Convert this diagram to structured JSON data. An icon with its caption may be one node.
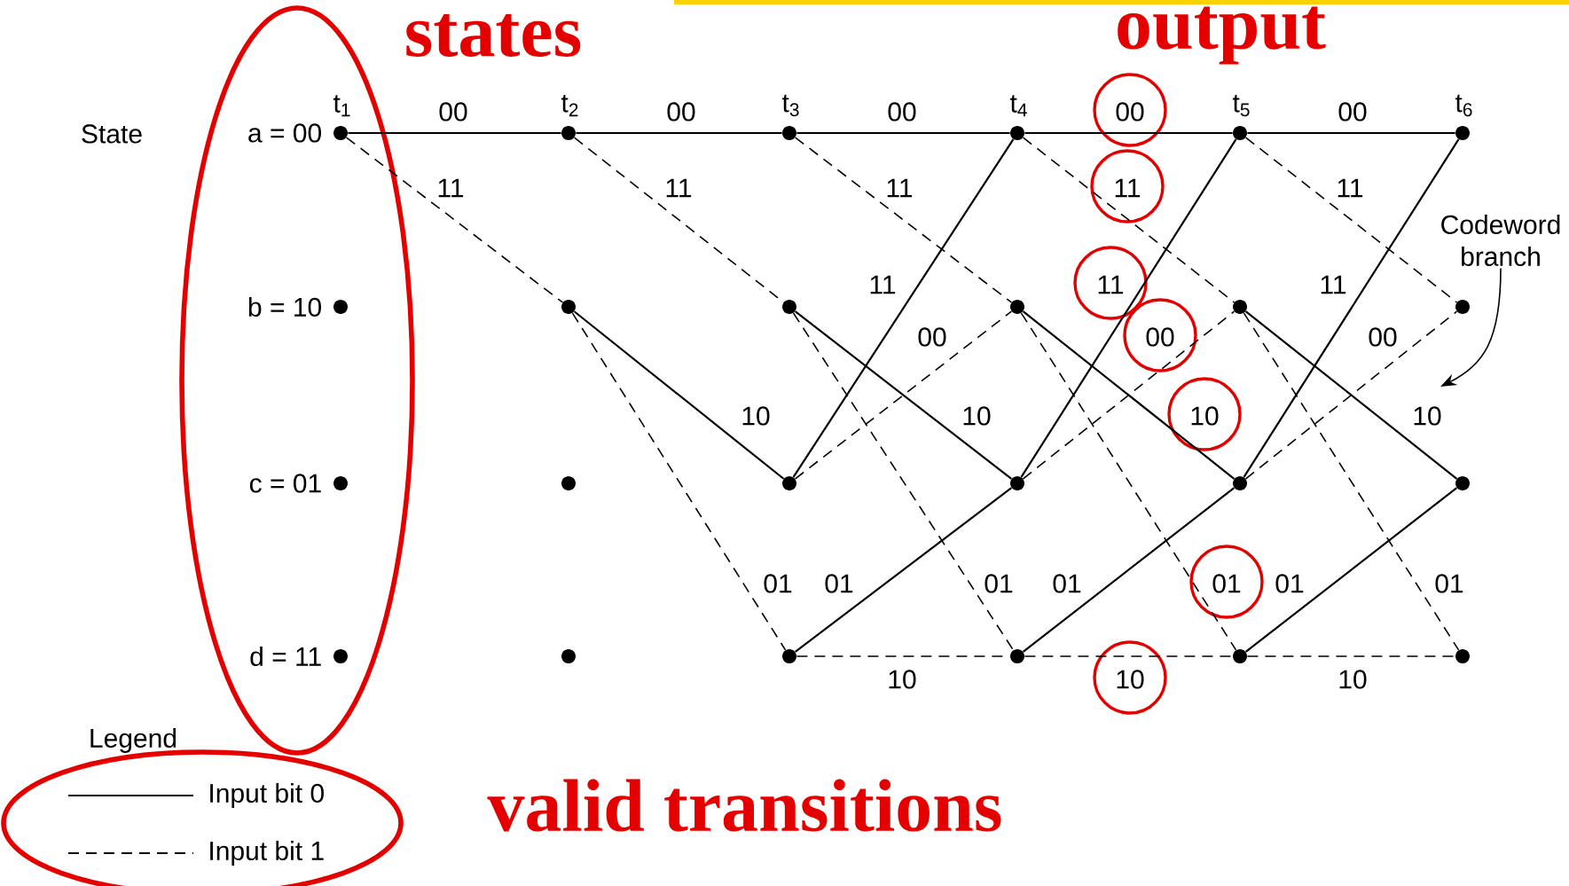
{
  "diagram": {
    "nodes": [
      {
        "text": [],
        "shape": "circle",
        "beside": [
          "t$_{1}$",
          "a = 00"
        ]
      },
      {
        "text": [],
        "shape": "circle",
        "beside": [
          "b = 10"
        ]
      },
      {
        "text": [],
        "shape": "circle",
        "beside": [
          "c = 01"
        ]
      },
      {
        "text": [],
        "shape": "circle",
        "beside": [
          "d = 11"
        ]
      },
      {
        "text": [],
        "shape": "circle",
        "beside": [
          "t$_{2}$"
        ]
      },
      {
        "text": [],
        "shape": "circle"
      },
      {
        "text": [],
        "shape": "circle"
      },
      {
        "text": [],
        "shape": "circle"
      },
      {
        "text": [],
        "shape": "circle",
        "beside": [
          "t$_{3}$"
        ]
      },
      {
        "text": [],
        "shape": "circle"
      },
      {
        "text": [],
        "shape": "circle"
      },
      {
        "text": [],
        "shape": "circle"
      },
      {
        "text": [],
        "shape": "circle",
        "beside": [
          "t$_{4}$"
        ]
      },
      {
        "text": [],
        "shape": "circle"
      },
      {
        "text": [],
        "shape": "circle"
      },
      {
        "text": [],
        "shape": "circle"
      },
      {
        "text": [],
        "shape": "circle",
        "beside": [
          "t$_{5}$"
        ]
      },
      {
        "text": [],
        "shape": "circle"
      },
      {
        "text": [],
        "shape": "circle"
      },
      {
        "text": [],
        "shape": "circle"
      },
      {
        "text": [],
        "shape": "circle",
        "beside": [
          "t$_{6}$"
        ]
      },
      {
        "text": [],
        "shape": "circle"
      },
      {
        "text": [],
        "shape": "circle"
      },
      {
        "text": [],
        "shape": "circle"
      },
      {
        "text": [
          "Codeword branch"
        ]
      }
    ],
    "edges": [
      {
        "from": 0,
        "to": 4,
        "arrow": "none",
        "label": "00"
      },
      {
        "from": 0,
        "to": 5,
        "arrow": "none",
        "label": "11",
        "style": "dashed"
      },
      {
        "from": 4,
        "to": 8,
        "arrow": "none",
        "label": "00"
      },
      {
        "from": 4,
        "to": 9,
        "arrow": "none",
        "label": "11",
        "style": "dashed"
      },
      {
        "from": 5,
        "to": 10,
        "arrow": "none",
        "label": "10"
      },
      {
        "from": 5,
        "to": 11,
        "arrow": "none",
        "label": "01",
        "style": "dashed"
      },
      {
        "from": 8,
        "to": 12,
        "arrow": "none",
        "label": "00"
      },
      {
        "from": 8,
        "to": 13,
        "arrow": "none",
        "label": "11",
        "style": "dashed"
      },
      {
        "from": 9,
        "to": 14,
        "arrow": "none",
        "label": "10"
      },
      {
        "from": 9,
        "to": 15,
        "arrow": "none",
        "label": "01",
        "style": "dashed"
      },
      {
        "from": 10,
        "to": 12,
        "arrow": "none",
        "label": "11"
      },
      {
        "from": 10,
        "to": 13,
        "arrow": "none",
        "label": "00",
        "style": "dashed"
      },
      {
        "from": 11,
        "to": 14,
        "arrow": "none",
        "label": "01"
      },
      {
        "from": 11,
        "to": 15,
        "arrow": "none",
        "label": "10",
        "style": "dashed"
      },
      {
        "from": 12,
        "to": 16,
        "arrow": "none",
        "label": "00"
      },
      {
        "from": 12,
        "to": 17,
        "arrow": "none",
        "label": "11",
        "style": "dashed"
      },
      {
        "from": 13,
        "to": 18,
        "arrow": "none",
        "label": "10"
      },
      {
        "from": 13,
        "to": 19,
        "arrow": "none",
        "label": "01",
        "style": "dashed"
      },
      {
        "from": 14,
        "to": 16,
        "arrow": "none",
        "label": "11"
      },
      {
        "from": 14,
        "to": 17,
        "arrow": "none",
        "label": "00",
        "style": "dashed"
      },
      {
        "from": 15,
        "to": 18,
        "arrow": "none",
        "label": "01"
      },
      {
        "from": 15,
        "to": 19,
        "arrow": "none",
        "label": "10",
        "style": "dashed"
      },
      {
        "from": 16,
        "to": 20,
        "arrow": "none",
        "label": "00"
      },
      {
        "from": 16,
        "to": 21,
        "arrow": "none",
        "label": "11",
        "style": "dashed"
      },
      {
        "from": 17,
        "to": 22,
        "arrow": "none",
        "label": "10"
      },
      {
        "from": 17,
        "to": 23,
        "arrow": "none",
        "label": "01",
        "style": "dashed"
      },
      {
        "from": 18,
        "to": 20,
        "arrow": "none",
        "label": "11"
      },
      {
        "from": 18,
        "to": 21,
        "arrow": "none",
        "label": "00",
        "style": "dashed"
      },
      {
        "from": 19,
        "to": 22,
        "arrow": "none",
        "label": "01"
      },
      {
        "from": 19,
        "to": 23,
        "arrow": "none",
        "label": "10",
        "style": "dashed"
      },
      {
        "from": 24,
        "to": null,
        "arrow": "to"
      }
    ],
    "labels": [
      "states",
      "output",
      "State",
      "Legend",
      "valid transitions"
    ],
    "legend": [
      {
        "text": "Input bit 0"
      },
      {
        "text": "Input bit 1"
      }
    ]
  }
}
